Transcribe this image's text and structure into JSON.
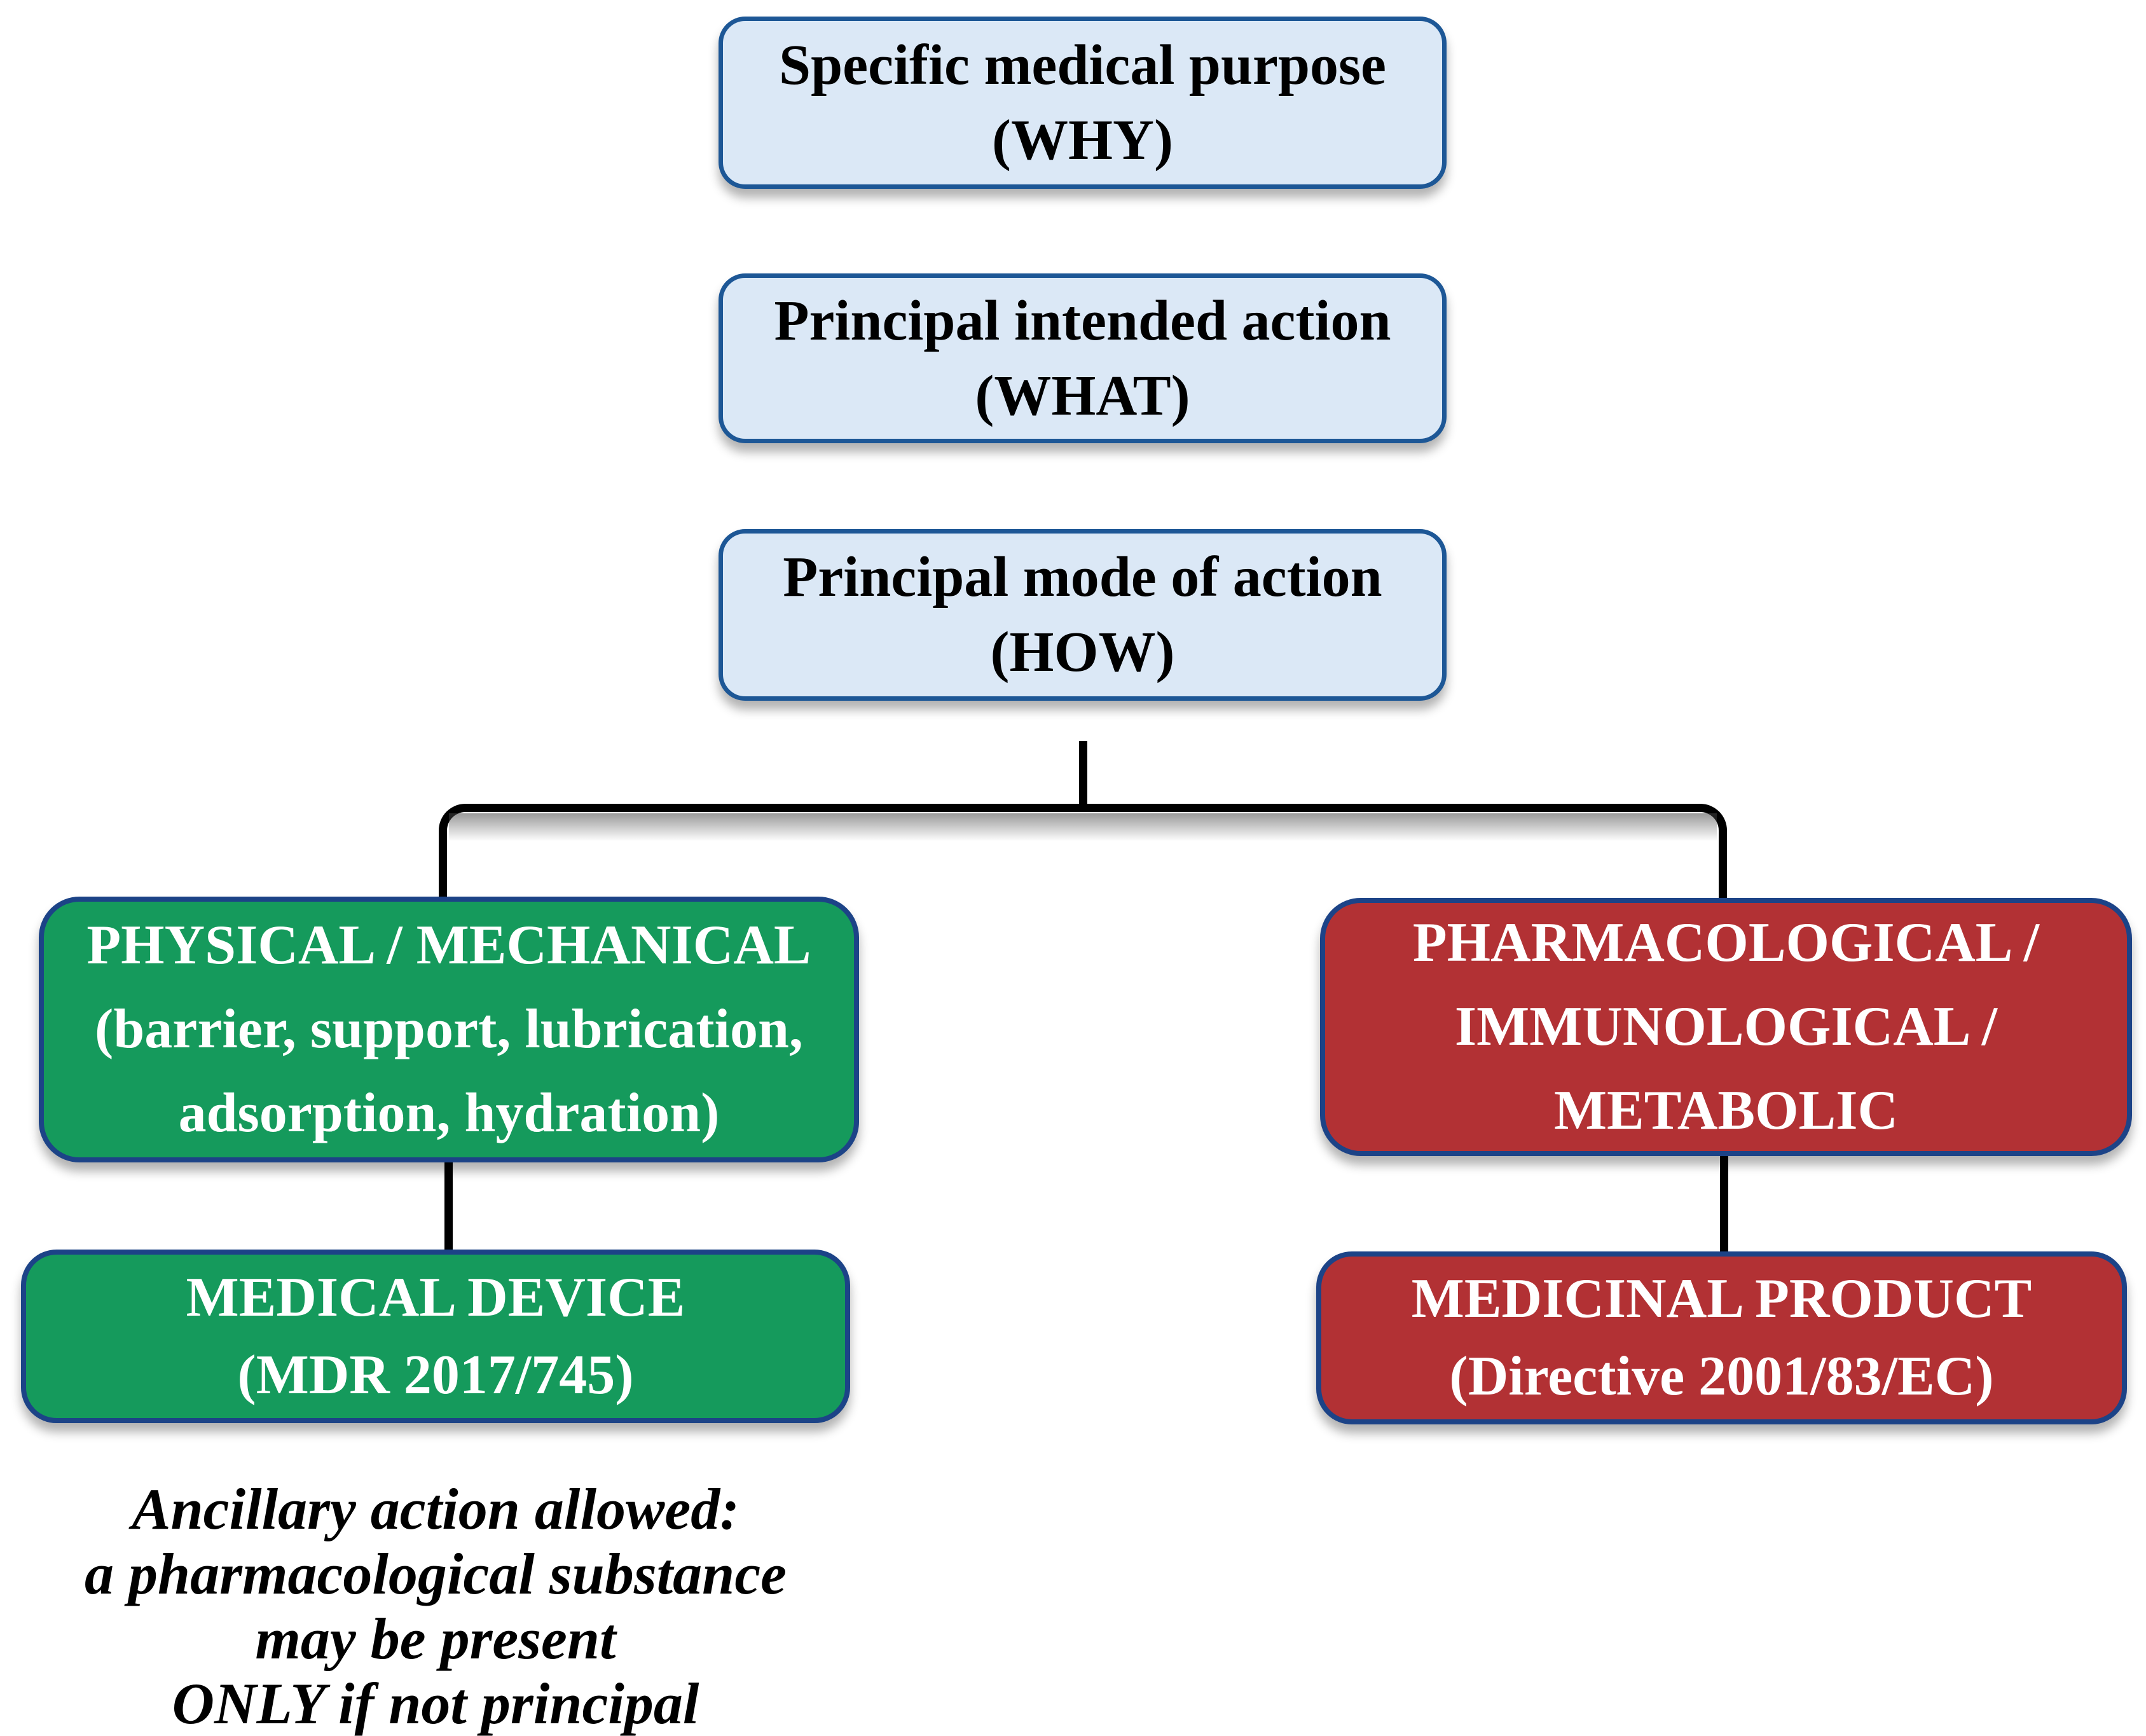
{
  "diagram": {
    "type": "flowchart",
    "flow_boxes": {
      "why": {
        "lines": [
          "Specific medical purpose",
          "(WHY)"
        ]
      },
      "what": {
        "lines": [
          "Principal intended action",
          "(WHAT)"
        ]
      },
      "how": {
        "lines": [
          "Principal mode of action",
          "(HOW)"
        ]
      }
    },
    "branches": {
      "left": {
        "mode": {
          "lines": [
            "PHYSICAL / MECHANICAL",
            "(barrier, support, lubrication,",
            "adsorption, hydration)"
          ]
        },
        "outcome": {
          "lines": [
            "MEDICAL DEVICE",
            "(MDR 2017/745)"
          ]
        },
        "note": {
          "lines": [
            "Ancillary action allowed:",
            "a pharmacological substance",
            "may be present",
            "ONLY if not principal"
          ]
        }
      },
      "right": {
        "mode": {
          "lines": [
            "PHARMACOLOGICAL /",
            "IMMUNOLOGICAL /",
            "METABOLIC"
          ]
        },
        "outcome": {
          "lines": [
            "MEDICINAL PRODUCT",
            "(Directive 2001/83/EC)"
          ]
        }
      }
    },
    "colors": {
      "info_fill": "#dbe8f6",
      "info_border": "#1d5796",
      "info_text": "#000000",
      "device_fill": "#159a5c",
      "medicinal_fill": "#b23134",
      "branch_border": "#1c4387",
      "branch_text": "#ffffff",
      "connector": "#000000",
      "note_text": "#000000"
    }
  }
}
